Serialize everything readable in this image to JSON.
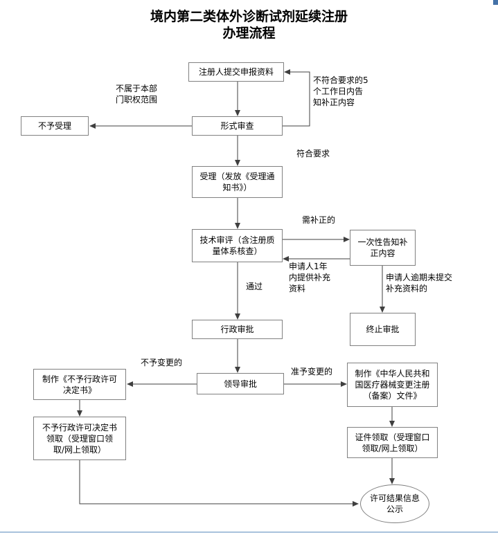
{
  "page": {
    "title": "境内第二类体外诊断试剂延续注册\n办理流程"
  },
  "nodes": {
    "submit": "注册人提交申报资料",
    "formal_review": "形式审查",
    "not_accepted": "不予受理",
    "accept": "受理（发放《受理通知书》）",
    "tech_review": "技术审评（含注册质量体系核查）",
    "one_time_notice": "一次性告知补正内容",
    "admin_approval": "行政审批",
    "terminate": "终止审批",
    "leader_approval": "领导审批",
    "make_rejection_doc": "制作《不予行政许可决定书》",
    "make_change_doc": "制作《中华人民共和国医疗器械变更注册（备案）文件》",
    "rejection_pickup": "不予行政许可决定书领取（受理窗口领取/网上领取）",
    "cert_pickup": "证件领取（受理窗口领取/网上领取）",
    "result_publicity": "许可结果信息公示"
  },
  "edge_labels": {
    "not_in_scope": "不属于本部门职权范围",
    "not_meet_requirement": "不符合要求的5个工作日内告知补正内容",
    "meet_requirement": "符合要求",
    "need_correction": "需补正的",
    "provide_supplement": "申请人1年内提供补充资料",
    "pass": "通过",
    "overdue_no_supplement": "申请人逾期未提交补充资料的",
    "no_change": "不予变更的",
    "approve_change": "准予变更的"
  },
  "colors": {
    "line": "#3f3f3f",
    "box_border": "#808080",
    "box_bg": "#ffffff",
    "text": "#000000",
    "page_bg": "#ffffff",
    "page_edge": "#a8c2dc",
    "corner_mark": "#4472a8"
  }
}
